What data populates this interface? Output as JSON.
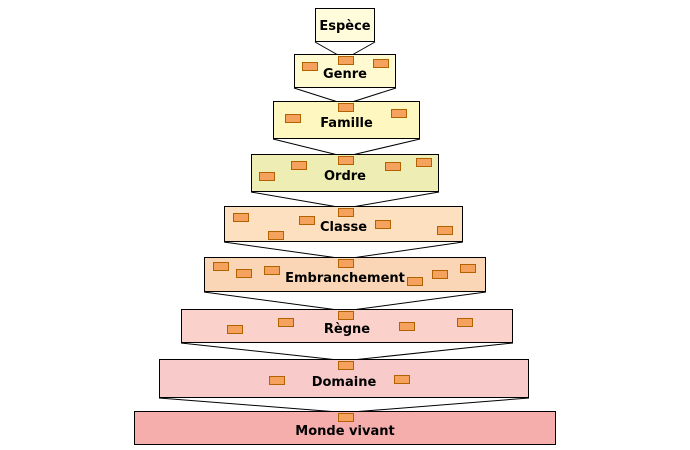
{
  "levels": [
    {
      "label": "Espèce",
      "color": "#FFFCDB"
    },
    {
      "label": "Genre",
      "color": "#FFFACF"
    },
    {
      "label": "Famille",
      "color": "#FEF7C0"
    },
    {
      "label": "Ordre",
      "color": "#EDEDB4"
    },
    {
      "label": "Classe",
      "color": "#FCE0C0"
    },
    {
      "label": "Embranchement",
      "color": "#FAD6B6"
    },
    {
      "label": "Règne",
      "color": "#FAD2CB"
    },
    {
      "label": "Domaine",
      "color": "#F8CACA"
    },
    {
      "label": "Monde vivant",
      "color": "#F5AEAC"
    }
  ],
  "marker": {
    "fill": "#F4A25E",
    "border": "#B36200"
  }
}
